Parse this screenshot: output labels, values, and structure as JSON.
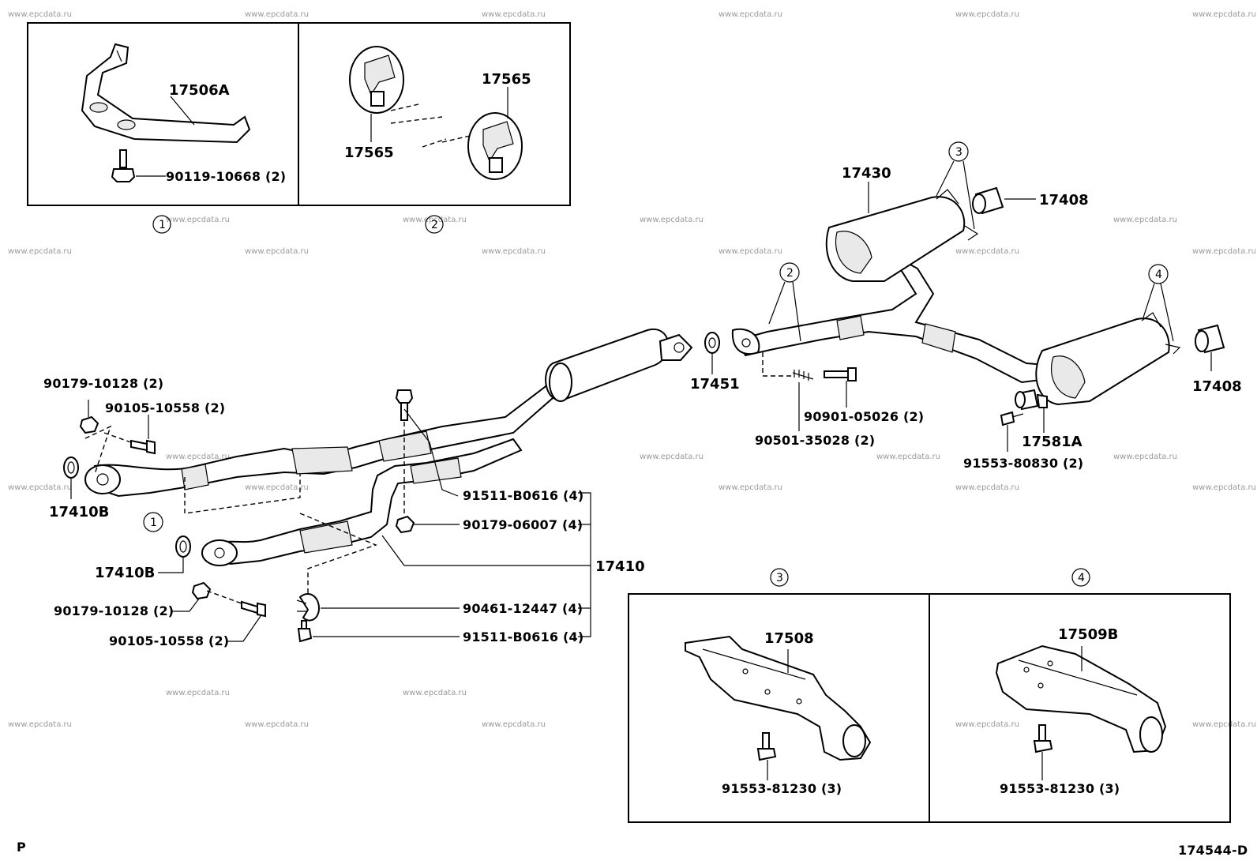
{
  "watermark": "www.epcdata.ru",
  "diagram_code": "174544-D",
  "page_mark": "P",
  "callouts": {
    "c1": "1",
    "c2": "2",
    "c3": "3",
    "c4": "4"
  },
  "parts": {
    "p17506A": "17506A",
    "p90119": "90119-10668 (2)",
    "p17565_top": "17565",
    "p17565_left": "17565",
    "p17430": "17430",
    "p17408_top": "17408",
    "p17408_right": "17408",
    "p17451": "17451",
    "p90901": "90901-05026 (2)",
    "p90501": "90501-35028 (2)",
    "p17581A": "17581A",
    "p91553_80830": "91553-80830 (2)",
    "p90179_10128_top": "90179-10128 (2)",
    "p90105_10558_top": "90105-10558 (2)",
    "p17410B_top": "17410B",
    "p17410B_bottom": "17410B",
    "p90179_10128_bottom": "90179-10128 (2)",
    "p90105_10558_bottom": "90105-10558 (2)",
    "p91511_top": "91511-B0616 (4)",
    "p90179_06007": "90179-06007 (4)",
    "p17410": "17410",
    "p90461": "90461-12447 (4)",
    "p91511_bottom": "91511-B0616 (4)",
    "p17508": "17508",
    "p91553_81230_left": "91553-81230 (3)",
    "p17509B": "17509B",
    "p91553_81230_right": "91553-81230 (3)"
  }
}
